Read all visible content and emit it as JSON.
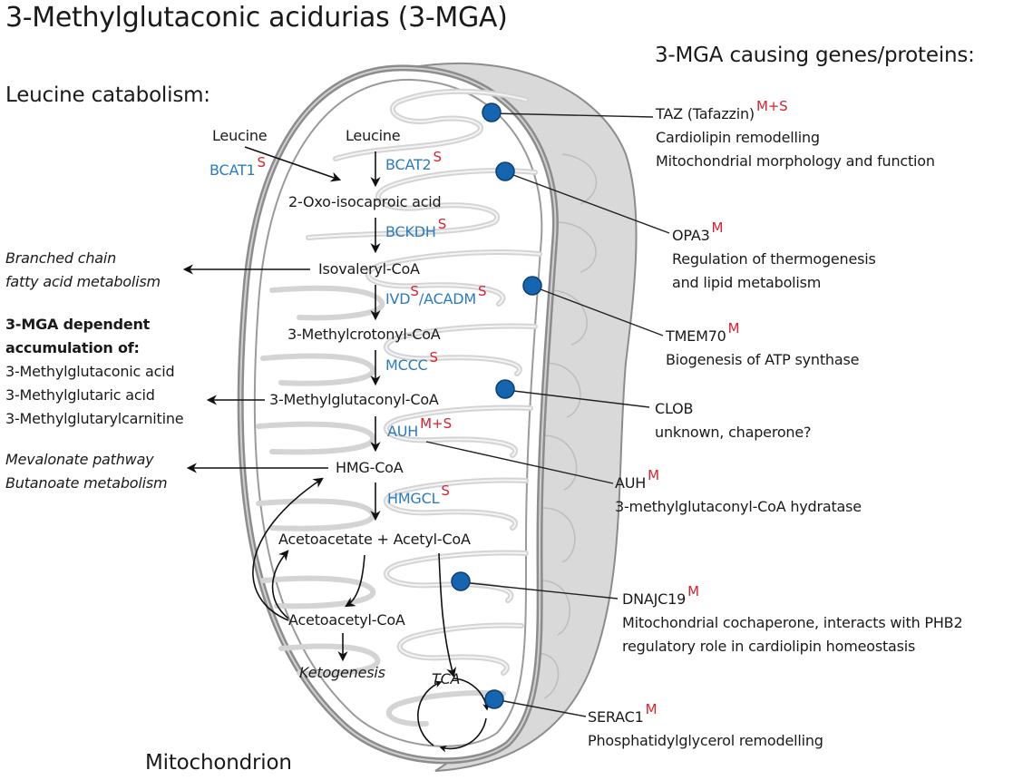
{
  "title": "3-Methylglutaconic acidurias (3-MGA)",
  "left_heading": "Leucine catabolism:",
  "right_heading": "3-MGA causing genes/proteins:",
  "footer_label": "Mitochondrion",
  "colors": {
    "enzyme_text": "#2b7bbd",
    "superscript": "#d8232f",
    "protein_dot": "#1565b0",
    "membrane": "#8c8c8c",
    "outer_fill": "#d9d9d9",
    "cristae": "#c8c8c8"
  },
  "pathway": {
    "leucine_cytosol": "Leucine",
    "bcat1": {
      "name": "BCAT1",
      "sup": "S"
    },
    "leucine_mito": "Leucine",
    "bcat2": {
      "name": "BCAT2",
      "sup": "S"
    },
    "oxo_isocaproic": "2-Oxo-isocaproic acid",
    "bckdh": {
      "name": "BCKDH",
      "sup": "S"
    },
    "isovaleryl": "Isovaleryl-CoA",
    "ivd": {
      "name": "IVD",
      "sup": "S"
    },
    "slash": "/",
    "acadm": {
      "name": "ACADM",
      "sup": "S"
    },
    "methylcrotonyl": "3-Methylcrotonyl-CoA",
    "mccc": {
      "name": "MCCC",
      "sup": "S"
    },
    "methylglutaconyl": "3-Methylglutaconyl-CoA",
    "auh": {
      "name": "AUH",
      "sup": "M+S"
    },
    "hmg_coa": "HMG-CoA",
    "hmgcl": {
      "name": "HMGCL",
      "sup": "S"
    },
    "acetoacetate": "Acetoacetate + Acetyl-CoA",
    "acetoacetyl": "Acetoacetyl-CoA",
    "ketogenesis": "Ketogenesis",
    "tca": "TCA"
  },
  "side_outputs": {
    "branched": [
      "Branched chain",
      "fatty acid metabolism"
    ],
    "accum_heading": [
      "3-MGA dependent",
      "accumulation of:"
    ],
    "accum_items": [
      "3-Methylglutaconic acid",
      "3-Methylglutaric acid",
      "3-Methylglutarylcarnitine"
    ],
    "mevalonate": [
      "Mevalonate pathway",
      "Butanoate metabolism"
    ]
  },
  "proteins": [
    {
      "name": "TAZ (Tafazzin)",
      "sup": "M+S",
      "desc": [
        "Cardiolipin remodelling",
        "Mitochondrial morphology and function"
      ]
    },
    {
      "name": "OPA3",
      "sup": "M",
      "desc": [
        "Regulation of thermogenesis",
        "and lipid metabolism"
      ]
    },
    {
      "name": "TMEM70",
      "sup": "M",
      "desc": [
        "Biogenesis of ATP synthase"
      ]
    },
    {
      "name": "CLOB",
      "sup": "",
      "desc": [
        "unknown, chaperone?"
      ]
    },
    {
      "name": "AUH",
      "sup": "M",
      "desc": [
        "3-methylglutaconyl-CoA hydratase"
      ]
    },
    {
      "name": "DNAJC19",
      "sup": "M",
      "desc": [
        "Mitochondrial cochaperone, interacts with PHB2",
        "regulatory role in cardiolipin homeostasis"
      ]
    },
    {
      "name": "SERAC1",
      "sup": "M",
      "desc": [
        "Phosphatidylglycerol remodelling"
      ]
    }
  ]
}
